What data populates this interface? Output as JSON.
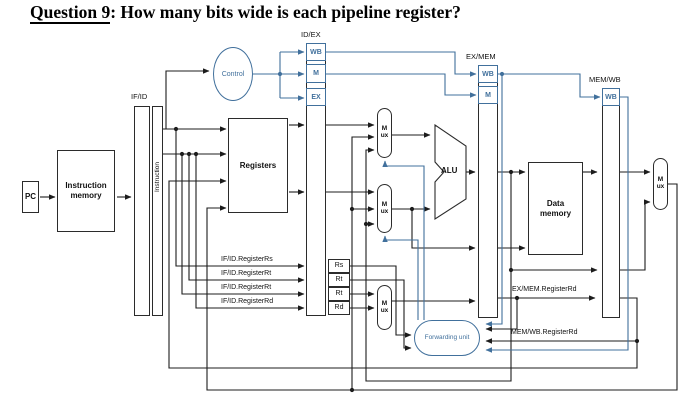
{
  "title": {
    "prefix": "Question 9",
    "rest": ": How many bits wide is each pipeline register?"
  },
  "blocks": {
    "pc": "PC",
    "instruction_memory": "Instruction memory",
    "registers": "Registers",
    "alu": "ALU",
    "data_memory": "Data memory",
    "control": "Control",
    "forwarding_unit": "Forwarding unit",
    "instruction_bus": "Instruction",
    "mux": "Mux"
  },
  "pipeline_registers": {
    "if_id": "IF/ID",
    "id_ex": "ID/EX",
    "ex_mem": "EX/MEM",
    "mem_wb": "MEM/WB"
  },
  "control_fields": {
    "wb": "WB",
    "m": "M",
    "ex": "EX"
  },
  "wire_labels": {
    "if_id_register_rs": "IF/ID.RegisterRs",
    "if_id_register_rt_1": "IF/ID.RegisterRt",
    "if_id_register_rt_2": "IF/ID.RegisterRt",
    "if_id_register_rd": "IF/ID.RegisterRd",
    "rs": "Rs",
    "rt_1": "Rt",
    "rt_2": "Rt",
    "rd": "Rd",
    "ex_mem_register_rd": "EX/MEM.RegisterRd",
    "mem_wb_register_rd": "MEM/WB.RegisterRd"
  },
  "colors": {
    "wire": "#1c1c1c",
    "control": "#41709c"
  }
}
